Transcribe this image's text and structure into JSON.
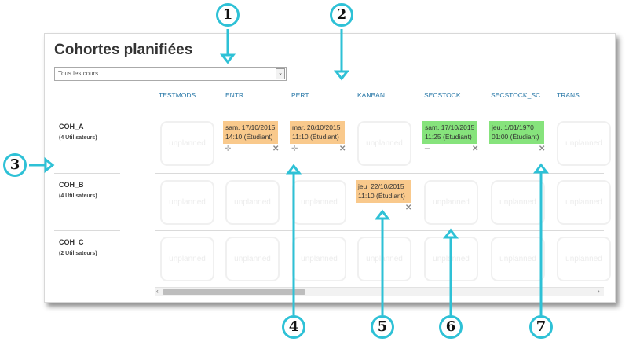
{
  "title": "Cohortes planifiées",
  "filter": {
    "selected": "Tous les cours"
  },
  "columns": [
    "TESTMODS",
    "ENTR",
    "PERT",
    "KANBAN",
    "SECSTOCK",
    "SECSTOCK_SC",
    "TRANS"
  ],
  "cohorts": [
    {
      "name": "COH_A",
      "users": "(4 Utilisateurs)"
    },
    {
      "name": "COH_B",
      "users": "(4 Utilisateurs)"
    },
    {
      "name": "COH_C",
      "users": "(2 Utilisateurs)"
    }
  ],
  "unplanned_label": "unplanned",
  "schedules": {
    "a_entr": {
      "line1": "sam. 17/10/2015",
      "line2": "14:10 (Étudiant)"
    },
    "a_pert": {
      "line1": "mar. 20/10/2015",
      "line2": "11:10 (Étudiant)"
    },
    "a_secstock": {
      "line1": "sam. 17/10/2015",
      "line2": "11:25 (Étudiant)"
    },
    "a_secstock_sc": {
      "line1": "jeu. 1/01/1970",
      "line2": "01:00 (Étudiant)"
    },
    "b_kanban": {
      "line1": "jeu. 22/10/2015",
      "line2": "11:10 (Étudiant)"
    }
  },
  "icons": {
    "delete": "close-icon",
    "move": "move-handle-icon",
    "dropdown": "chevron-down-icon"
  },
  "colors": {
    "planned_teacher": "#f9c98c",
    "planned_student": "#86e37c",
    "header_link": "#2a79a8",
    "callout_ring": "#2ec1d6"
  },
  "callouts": [
    "1",
    "2",
    "3",
    "4",
    "5",
    "6",
    "7"
  ]
}
